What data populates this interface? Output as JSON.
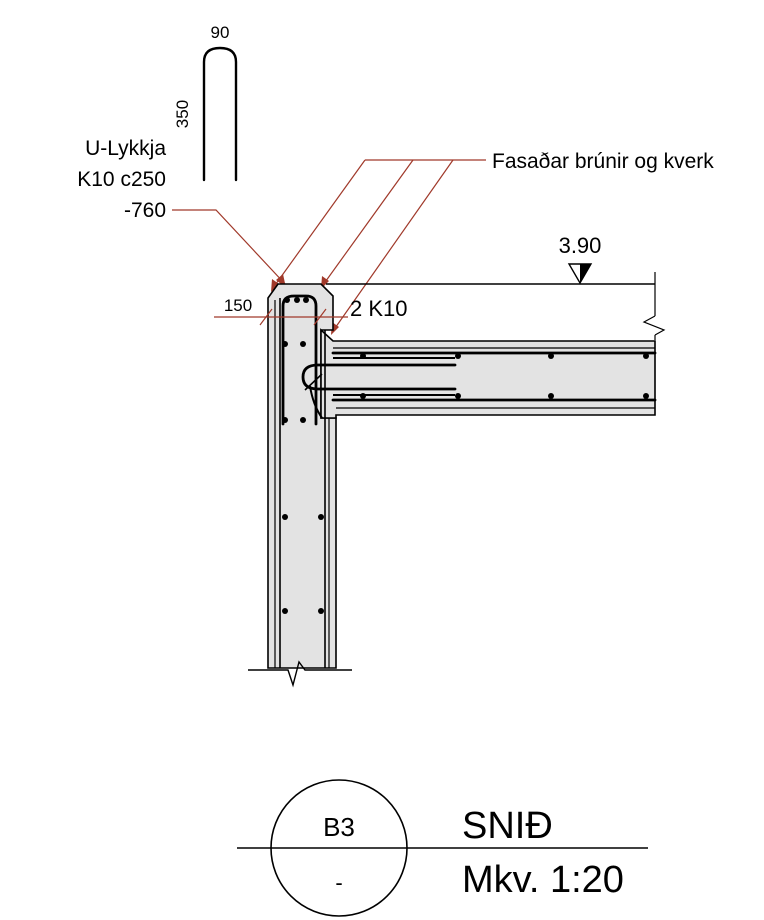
{
  "detail": {
    "bar_shape": {
      "width_dim": "90",
      "height_dim": "350"
    },
    "rebar_note": {
      "line1": "U-Lykkja",
      "line2": "K10 c250",
      "line3": "-760"
    },
    "chamfer_note": "Fasaðar brúnir og kverk",
    "level_mark": "3.90",
    "wall_dim": "150",
    "top_bars": "2 K10"
  },
  "title_block": {
    "code": "B3",
    "sheet": "-",
    "title": "SNIÐ",
    "scale": "Mkv. 1:20"
  },
  "colors": {
    "concrete_fill": "#e3e3e3",
    "leader_lines": "#a0392a",
    "linework": "#000000"
  }
}
